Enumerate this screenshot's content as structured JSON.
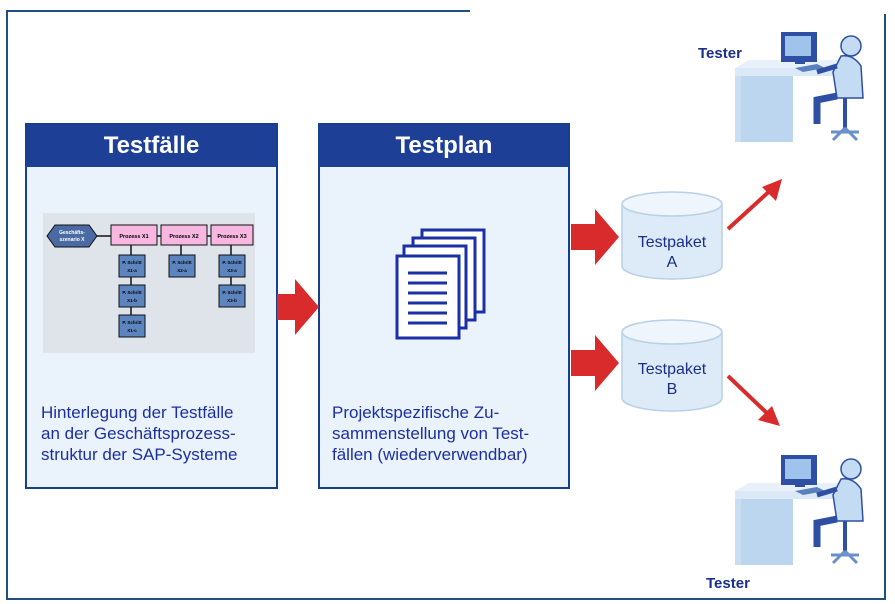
{
  "testfaelle": {
    "title": "Testfälle",
    "description_lines": [
      "Hinterlegung der Testfälle",
      "an der Geschäftsprozess-",
      "struktur der SAP-Systeme"
    ],
    "mini_diagram": {
      "scenario": [
        "Geschäfts-",
        "szenario X"
      ],
      "processes": [
        "Prozess X1",
        "Prozess X2",
        "Prozess X3"
      ],
      "steps": [
        [
          "P. Schritt",
          "X1-a"
        ],
        [
          "P. Schritt",
          "X1-b"
        ],
        [
          "P. Schritt",
          "X1-c"
        ],
        [
          "P. Schritt",
          "X2-a"
        ],
        [
          "P. Schritt",
          "X3-a"
        ],
        [
          "P. Schritt",
          "X3-b"
        ]
      ]
    }
  },
  "testplan": {
    "title": "Testplan",
    "description_lines": [
      "Projektspezifische Zu-",
      "sammenstellung von Test-",
      "fällen (wiederverwendbar)"
    ]
  },
  "packages": [
    {
      "line1": "Testpaket",
      "line2": "A"
    },
    {
      "line1": "Testpaket",
      "line2": "B"
    }
  ],
  "testers": [
    {
      "label": "Tester"
    },
    {
      "label": "Tester"
    }
  ],
  "colors": {
    "header": "#1d3f96",
    "box_bg": "#eaf3fc",
    "arrow": "#d92b2b",
    "text": "#1c2fa0",
    "process": "#f7b7e0",
    "step": "#5c84bf"
  }
}
